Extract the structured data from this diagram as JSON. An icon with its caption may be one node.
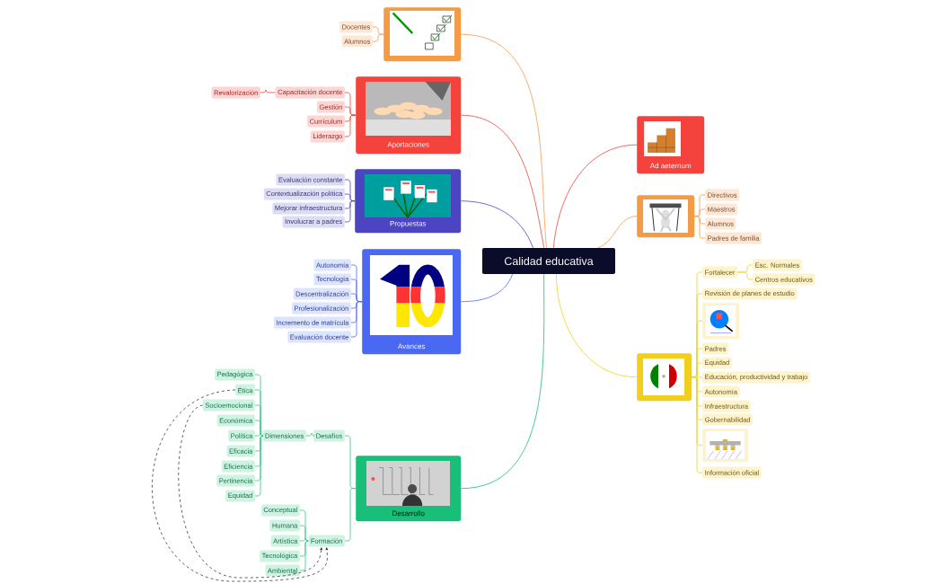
{
  "diagram": {
    "nodes": [
      {
        "text": [
          "Calidad educativa"
        ]
      },
      {
        "text": [],
        "shape": "picture"
      },
      {
        "text": [
          "Docentes"
        ]
      },
      {
        "text": [
          "Alumnos"
        ]
      },
      {
        "text": [
          "Aportaciones"
        ]
      },
      {
        "text": [
          "Capacitación docente"
        ]
      },
      {
        "text": [
          "Revalorización"
        ]
      },
      {
        "text": [
          "Gestión"
        ]
      },
      {
        "text": [
          "Currículum"
        ]
      },
      {
        "text": [
          "Liderazgo"
        ]
      },
      {
        "text": [
          "Propuestas"
        ]
      },
      {
        "text": [
          "Evaluación constante"
        ]
      },
      {
        "text": [
          "Contextualización política"
        ]
      },
      {
        "text": [
          "Mejorar infraestructura"
        ]
      },
      {
        "text": [
          "Involucrar a padres"
        ]
      },
      {
        "text": [
          "Avances"
        ]
      },
      {
        "text": [
          "Autonomía"
        ]
      },
      {
        "text": [
          "Tecnología"
        ]
      },
      {
        "text": [
          "Descentralización"
        ]
      },
      {
        "text": [
          "Profesionalización"
        ]
      },
      {
        "text": [
          "Incremento de matrícula"
        ]
      },
      {
        "text": [
          "Evaluación docente"
        ]
      },
      {
        "text": [
          "Desarrollo"
        ]
      },
      {
        "text": [
          "Desafíos"
        ]
      },
      {
        "text": [
          "Dimensiones"
        ]
      },
      {
        "text": [
          "Pedagógica"
        ]
      },
      {
        "text": [
          "Ética"
        ]
      },
      {
        "text": [
          "Socioemocional"
        ]
      },
      {
        "text": [
          "Económica"
        ]
      },
      {
        "text": [
          "Política"
        ]
      },
      {
        "text": [
          "Eficacia"
        ]
      },
      {
        "text": [
          "Eficiencia"
        ]
      },
      {
        "text": [
          "Pertinencia"
        ]
      },
      {
        "text": [
          "Equidad"
        ]
      },
      {
        "text": [
          "Formación"
        ]
      },
      {
        "text": [
          "Conceptual"
        ]
      },
      {
        "text": [
          "Humana"
        ]
      },
      {
        "text": [
          "Artística"
        ]
      },
      {
        "text": [
          "Tecnológica"
        ]
      },
      {
        "text": [
          "Ambiental"
        ]
      },
      {
        "text": [
          "Ad aeternum"
        ]
      },
      {
        "text": [],
        "shape": "picture"
      },
      {
        "text": [
          "Directivos"
        ]
      },
      {
        "text": [
          "Maestros"
        ]
      },
      {
        "text": [
          "Alumnos"
        ]
      },
      {
        "text": [
          "Padres de familia"
        ]
      },
      {
        "text": [],
        "shape": "picture"
      },
      {
        "text": [
          "Fortalecer"
        ]
      },
      {
        "text": [
          "Esc. Normales"
        ]
      },
      {
        "text": [
          "Centros educativos"
        ]
      },
      {
        "text": [
          "Revisión de planes de estudio"
        ]
      },
      {
        "text": [],
        "shape": "picture"
      },
      {
        "text": [
          "Padres"
        ]
      },
      {
        "text": [
          "Equidad"
        ]
      },
      {
        "text": [
          "Educación, productividad y trabajo"
        ]
      },
      {
        "text": [
          "Autonomía"
        ]
      },
      {
        "text": [
          "Infraestructura"
        ]
      },
      {
        "text": [
          "Gobernabilidad"
        ]
      },
      {
        "text": [],
        "shape": "picture"
      },
      {
        "text": [
          "Información oficial"
        ]
      }
    ],
    "edges": [
      {
        "from": 0,
        "to": 1,
        "arrow": "none",
        "color": "#f59b45"
      },
      {
        "from": 1,
        "to": 2,
        "arrow": "none",
        "color": "#f59b45"
      },
      {
        "from": 1,
        "to": 3,
        "arrow": "none",
        "color": "#f59b45"
      },
      {
        "from": 0,
        "to": 4,
        "arrow": "none",
        "color": "#f4433c"
      },
      {
        "from": 4,
        "to": 5,
        "arrow": "none",
        "color": "#f4433c"
      },
      {
        "from": 5,
        "to": 6,
        "arrow": "none",
        "color": "#f4433c"
      },
      {
        "from": 4,
        "to": 7,
        "arrow": "none",
        "color": "#f4433c"
      },
      {
        "from": 4,
        "to": 8,
        "arrow": "none",
        "color": "#f4433c"
      },
      {
        "from": 4,
        "to": 9,
        "arrow": "none",
        "color": "#f4433c"
      },
      {
        "from": 0,
        "to": 10,
        "arrow": "none",
        "color": "#4c45c2"
      },
      {
        "from": 10,
        "to": 11,
        "arrow": "none",
        "color": "#4c45c2"
      },
      {
        "from": 10,
        "to": 12,
        "arrow": "none",
        "color": "#4c45c2"
      },
      {
        "from": 10,
        "to": 13,
        "arrow": "none",
        "color": "#4c45c2"
      },
      {
        "from": 10,
        "to": 14,
        "arrow": "none",
        "color": "#4c45c2"
      },
      {
        "from": 0,
        "to": 15,
        "arrow": "none",
        "color": "#4a68f2"
      },
      {
        "from": 15,
        "to": 16,
        "arrow": "none",
        "color": "#4a68f2"
      },
      {
        "from": 15,
        "to": 17,
        "arrow": "none",
        "color": "#4a68f2"
      },
      {
        "from": 15,
        "to": 18,
        "arrow": "none",
        "color": "#4a68f2"
      },
      {
        "from": 15,
        "to": 19,
        "arrow": "none",
        "color": "#4a68f2"
      },
      {
        "from": 15,
        "to": 20,
        "arrow": "none",
        "color": "#4a68f2"
      },
      {
        "from": 15,
        "to": 21,
        "arrow": "none",
        "color": "#4a68f2"
      },
      {
        "from": 0,
        "to": 22,
        "arrow": "none",
        "color": "#19bf78"
      },
      {
        "from": 22,
        "to": 23,
        "arrow": "none",
        "color": "#2ecc87"
      },
      {
        "from": 23,
        "to": 24,
        "arrow": "none",
        "color": "#2ecc87"
      },
      {
        "from": 24,
        "to": 25,
        "arrow": "none",
        "color": "#2ecc87"
      },
      {
        "from": 24,
        "to": 26,
        "arrow": "none",
        "color": "#2ecc87"
      },
      {
        "from": 24,
        "to": 27,
        "arrow": "none",
        "color": "#2ecc87"
      },
      {
        "from": 24,
        "to": 28,
        "arrow": "none",
        "color": "#2ecc87"
      },
      {
        "from": 24,
        "to": 29,
        "arrow": "none",
        "color": "#2ecc87"
      },
      {
        "from": 24,
        "to": 30,
        "arrow": "none",
        "color": "#2ecc87"
      },
      {
        "from": 24,
        "to": 31,
        "arrow": "none",
        "color": "#2ecc87"
      },
      {
        "from": 24,
        "to": 32,
        "arrow": "none",
        "color": "#2ecc87"
      },
      {
        "from": 24,
        "to": 33,
        "arrow": "none",
        "color": "#2ecc87"
      },
      {
        "from": 22,
        "to": 34,
        "arrow": "none",
        "color": "#2ecc87"
      },
      {
        "from": 34,
        "to": 35,
        "arrow": "none",
        "color": "#2ecc87"
      },
      {
        "from": 34,
        "to": 36,
        "arrow": "none",
        "color": "#2ecc87"
      },
      {
        "from": 34,
        "to": 37,
        "arrow": "none",
        "color": "#2ecc87"
      },
      {
        "from": 34,
        "to": 38,
        "arrow": "none",
        "color": "#2ecc87"
      },
      {
        "from": 34,
        "to": 39,
        "arrow": "none",
        "color": "#2ecc87"
      },
      {
        "from": 0,
        "to": 40,
        "arrow": "none",
        "color": "#f4433c"
      },
      {
        "from": 0,
        "to": 41,
        "arrow": "none",
        "color": "#f59b45"
      },
      {
        "from": 41,
        "to": 42,
        "arrow": "none",
        "color": "#f59b45"
      },
      {
        "from": 41,
        "to": 43,
        "arrow": "none",
        "color": "#f59b45"
      },
      {
        "from": 41,
        "to": 44,
        "arrow": "none",
        "color": "#f59b45"
      },
      {
        "from": 41,
        "to": 45,
        "arrow": "none",
        "color": "#f59b45"
      },
      {
        "from": 0,
        "to": 46,
        "arrow": "none",
        "color": "#f2cf1d"
      },
      {
        "from": 46,
        "to": 47,
        "arrow": "none",
        "color": "#f2cf1d"
      },
      {
        "from": 47,
        "to": 48,
        "arrow": "none",
        "color": "#f2cf1d"
      },
      {
        "from": 47,
        "to": 49,
        "arrow": "none",
        "color": "#f2cf1d"
      },
      {
        "from": 46,
        "to": 50,
        "arrow": "none",
        "color": "#f2cf1d"
      },
      {
        "from": 46,
        "to": 51,
        "arrow": "none",
        "color": "#f2cf1d"
      },
      {
        "from": 46,
        "to": 52,
        "arrow": "none",
        "color": "#f2cf1d"
      },
      {
        "from": 46,
        "to": 53,
        "arrow": "none",
        "color": "#f2cf1d"
      },
      {
        "from": 46,
        "to": 54,
        "arrow": "none",
        "color": "#f2cf1d"
      },
      {
        "from": 46,
        "to": 55,
        "arrow": "none",
        "color": "#f2cf1d"
      },
      {
        "from": 46,
        "to": 56,
        "arrow": "none",
        "color": "#f2cf1d"
      },
      {
        "from": 46,
        "to": 57,
        "arrow": "none",
        "color": "#f2cf1d"
      },
      {
        "from": 46,
        "to": 58,
        "arrow": "none",
        "color": "#f2cf1d"
      },
      {
        "from": 46,
        "to": 59,
        "arrow": "none",
        "color": "#f2cf1d"
      },
      {
        "from": 26,
        "to": 34,
        "arrow": "to",
        "style": "dashed",
        "color": "#1b1b3a"
      },
      {
        "from": 27,
        "to": 34,
        "arrow": "to",
        "style": "dashed",
        "color": "#1b1b3a"
      }
    ]
  }
}
